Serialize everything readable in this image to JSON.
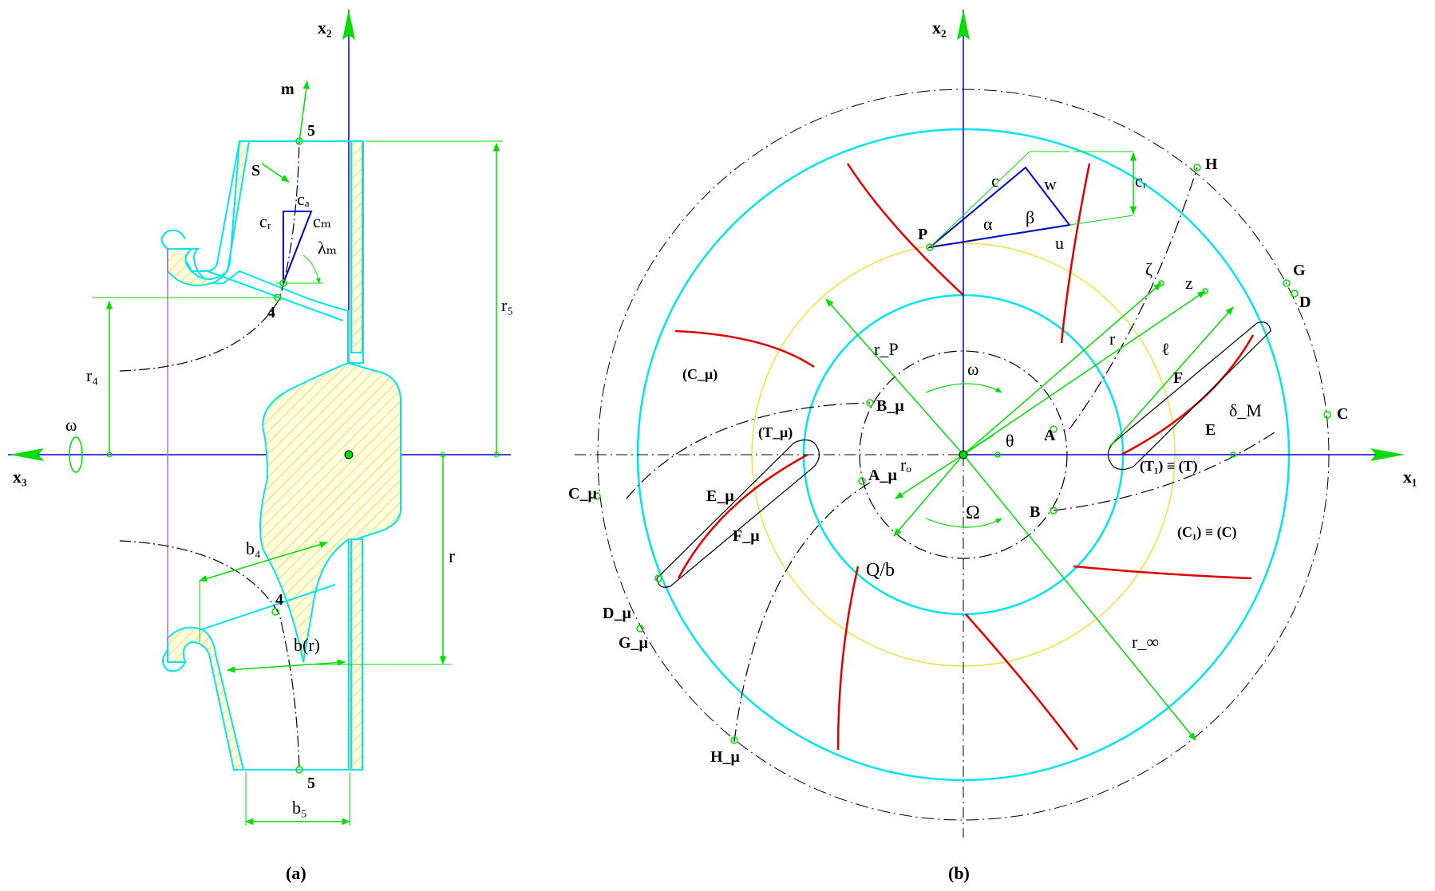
{
  "panels": {
    "a": {
      "caption": "(a)",
      "axes": {
        "x2": "x₂",
        "x3": "x₃"
      },
      "labels": {
        "m": "m",
        "s": "S",
        "ca": "cₐ",
        "cr": "cᵣ",
        "cm": "cₘ",
        "lambda_m": "λₘ",
        "pt4_top": "4",
        "pt4_bot": "4",
        "pt5_top": "5",
        "pt5_bot": "5",
        "omega": "ω",
        "r4": "r₄",
        "r5": "r₅",
        "r": "r",
        "b4": "b₄",
        "b_r": "b(r)",
        "b5": "b₅"
      }
    },
    "b": {
      "caption": "(b)",
      "axes": {
        "x1": "x₁",
        "x2": "x₂"
      },
      "labels": {
        "P": "P",
        "c": "c",
        "w": "w",
        "cr": "cᵣ",
        "alpha": "α",
        "beta": "β",
        "u": "u",
        "zeta": "ζ",
        "z": "z",
        "r": "r",
        "ell": "ℓ",
        "F": "F",
        "E": "E",
        "delta_M": "δ_M",
        "H": "H",
        "G": "G",
        "D": "D",
        "C": "C",
        "A": "A",
        "B": "B",
        "T1T": "(T₁) ≡ (T)",
        "C1C": "(C₁) ≡ (C)",
        "rP": "r_P",
        "omega": "ω",
        "theta": "θ",
        "ro": "rₒ",
        "Omega": "Ω",
        "Qb": "Q/b",
        "r_inf": "r_∞",
        "C_mu_paren": "(C_μ)",
        "T_mu_paren": "(T_μ)",
        "B_mu": "B_μ",
        "A_mu": "A_μ",
        "C_mu": "C_μ",
        "E_mu": "E_μ",
        "F_mu": "F_μ",
        "D_mu": "D_μ",
        "G_mu": "G_μ",
        "H_mu": "H_μ"
      }
    }
  },
  "colors": {
    "outline": "#00e5ee",
    "axis": "#0000cc",
    "vector": "#00dd00",
    "blade": "#e00000",
    "midcircle": "#f0e040",
    "streamline": "#000000",
    "hub_hatch": "#e8c020",
    "hub_fill": "#ffffe0",
    "purple": "#c070c0"
  }
}
